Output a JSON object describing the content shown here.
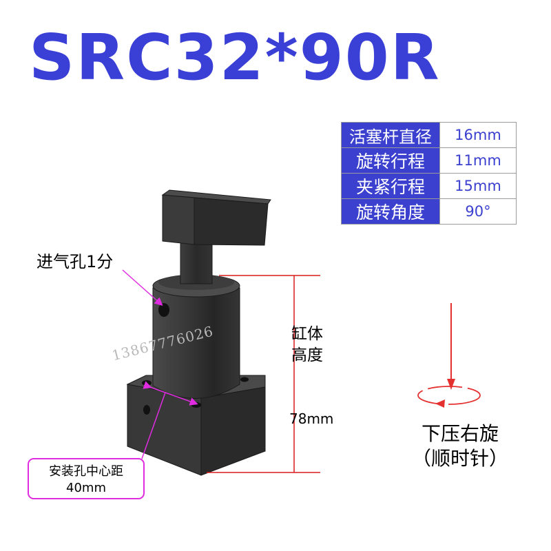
{
  "title": "SRC32*90R",
  "specs": [
    {
      "label": "活塞杆直径",
      "value": "16mm"
    },
    {
      "label": "旋转行程",
      "value": "11mm"
    },
    {
      "label": "夹紧行程",
      "value": "15mm"
    },
    {
      "label": "旋转角度",
      "value": "90°"
    }
  ],
  "annotations": {
    "air_inlet": "进气孔1分",
    "cylinder_height_label": "缸体高度",
    "cylinder_height_value": "78mm",
    "hole_spacing_label": "安装孔中心距",
    "hole_spacing_value": "40mm",
    "watermark": "13867776026",
    "rotation_line1": "下压右旋",
    "rotation_line2": "（顺时针）"
  },
  "colors": {
    "title_blue": "#3a3fd6",
    "table_blue": "#3b40cf",
    "dimension_red": "#d81c1c",
    "pointer_magenta": "#e02be0",
    "arrow_red": "#e53030",
    "body_dark": "#2e2e2e"
  }
}
